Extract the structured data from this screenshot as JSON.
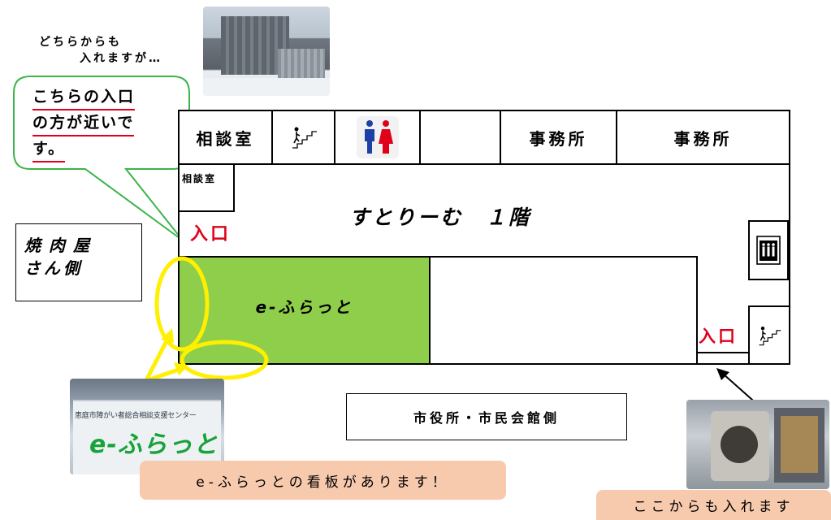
{
  "top_note": {
    "line1": "どちらからも",
    "line2": "入れますが…"
  },
  "bubble": {
    "line1": "こちらの入口",
    "line2": "の方が近いで",
    "line3": "す。"
  },
  "rooms": {
    "consult1": "相談室",
    "consult2": "相談室",
    "office1": "事務所",
    "office2": "事務所",
    "floor_title": "すとりーむ　１階",
    "eflat": "e-ふらっと"
  },
  "entrances": {
    "left": "入口",
    "right": "入口"
  },
  "side_labels": {
    "yakiniku_line1": "焼肉屋",
    "yakiniku_line2": "さん側",
    "cityhall": "市役所・市民会館側"
  },
  "sign_photo": {
    "caption": "恵庭市障がい者総合相談支援センター",
    "logo": "e-ふらっと"
  },
  "notes": {
    "sign": "e-ふらっとの看板があります！",
    "entry": "ここからも入れます"
  },
  "icons": {
    "stairs": "stairs-icon",
    "toilet": "restroom-icon",
    "elevator": "elevator-icon"
  },
  "colors": {
    "eflat_fill": "#8fce4a",
    "bubble_border": "#3bb44a",
    "entrance_red": "#e0001a",
    "highlight_yellow": "#ffef00",
    "note_bg": "#f7c9ad"
  }
}
